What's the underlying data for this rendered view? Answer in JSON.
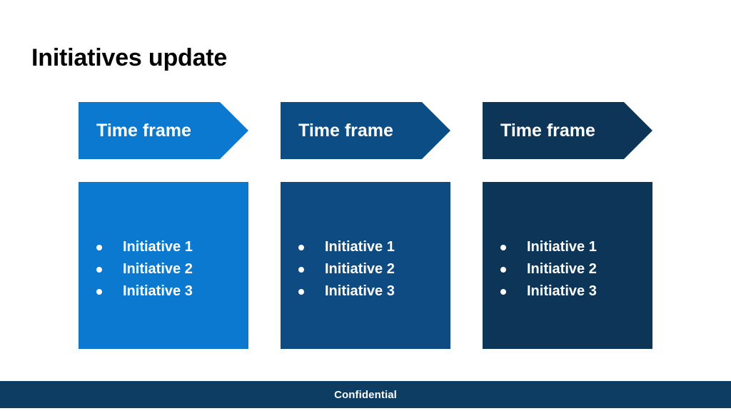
{
  "slide": {
    "title": "Initiatives update",
    "background_color": "#ffffff",
    "title_color": "#000000"
  },
  "columns": [
    {
      "header_label": "Time frame",
      "header_color": "#0b79d0",
      "panel_color": "#0b79d0",
      "items": [
        "Initiative 1",
        "Initiative 2",
        "Initiative 3"
      ]
    },
    {
      "header_label": "Time frame",
      "header_color": "#0d4d86",
      "panel_color": "#0d4b82",
      "items": [
        "Initiative 1",
        "Initiative 2",
        "Initiative 3"
      ]
    },
    {
      "header_label": "Time frame",
      "header_color": "#0c3557",
      "panel_color": "#0c3557",
      "items": [
        "Initiative 1",
        "Initiative 2",
        "Initiative 3"
      ]
    }
  ],
  "footer": {
    "label": "Confidential",
    "background_color": "#0d3d63",
    "text_color": "#ffffff"
  }
}
